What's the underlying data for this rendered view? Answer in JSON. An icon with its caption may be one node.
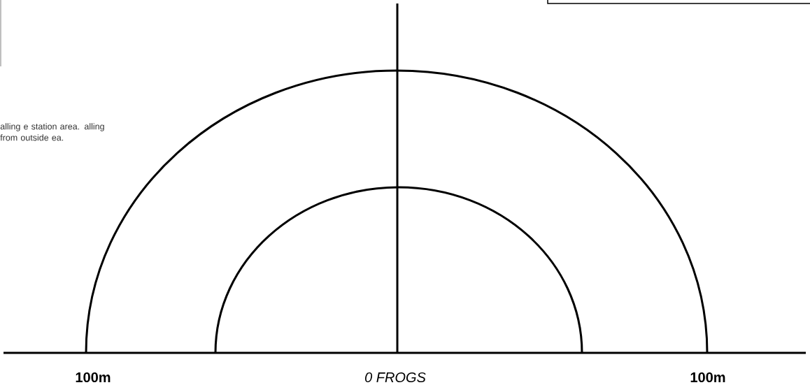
{
  "diagram": {
    "labels": [
      "alling e station area. alling from outside ea.",
      "100m",
      "0 FROGS",
      "100m"
    ]
  }
}
